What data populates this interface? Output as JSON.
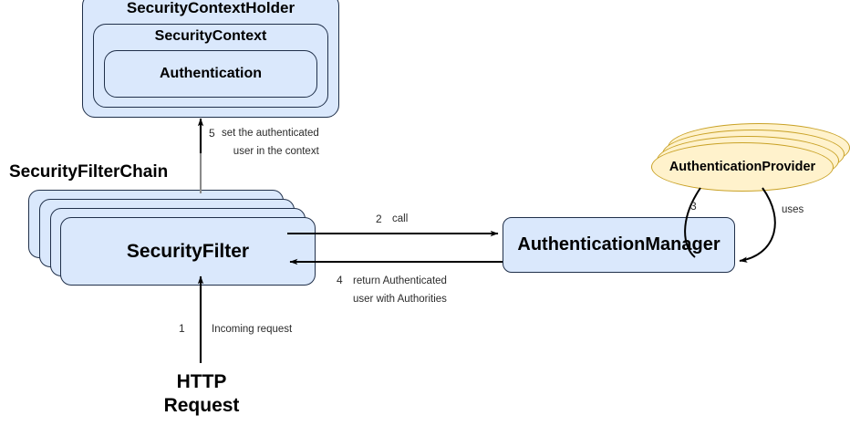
{
  "diagram": {
    "title_nodes": {
      "security_context_holder": "SecurityContextHolder",
      "security_context": "SecurityContext",
      "authentication": "Authentication",
      "security_filter_chain": "SecurityFilterChain",
      "security_filter": "SecurityFilter",
      "authentication_manager": "AuthenticationManager",
      "authentication_provider": "AuthenticationProvider",
      "http_request_line1": "HTTP",
      "http_request_line2": "Request"
    },
    "edges": [
      {
        "id": "e1",
        "number": "1",
        "label": "Incoming request",
        "from": "HTTP Request",
        "to": "SecurityFilter"
      },
      {
        "id": "e2",
        "number": "2",
        "label": "call",
        "from": "SecurityFilter",
        "to": "AuthenticationManager"
      },
      {
        "id": "e3",
        "number": "3",
        "label": "uses",
        "from": "AuthenticationProvider",
        "to": "AuthenticationManager"
      },
      {
        "id": "e4",
        "number": "4",
        "label_line1": "return Authenticated",
        "label_line2": "user with Authorities",
        "from": "AuthenticationManager",
        "to": "SecurityFilter"
      },
      {
        "id": "e5",
        "number": "5",
        "label_line1": "set the authenticated",
        "label_line2": "user in the context",
        "from": "SecurityFilter",
        "to": "SecurityContextHolder"
      }
    ],
    "colors": {
      "node_blue_fill": "#dae8fc",
      "node_blue_stroke": "#20304a",
      "node_yellow_fill": "#fff2cc",
      "node_yellow_stroke": "#c9a227",
      "arrow": "#000000",
      "background": "#ffffff",
      "annotation_text": "#2b2b2b"
    }
  }
}
